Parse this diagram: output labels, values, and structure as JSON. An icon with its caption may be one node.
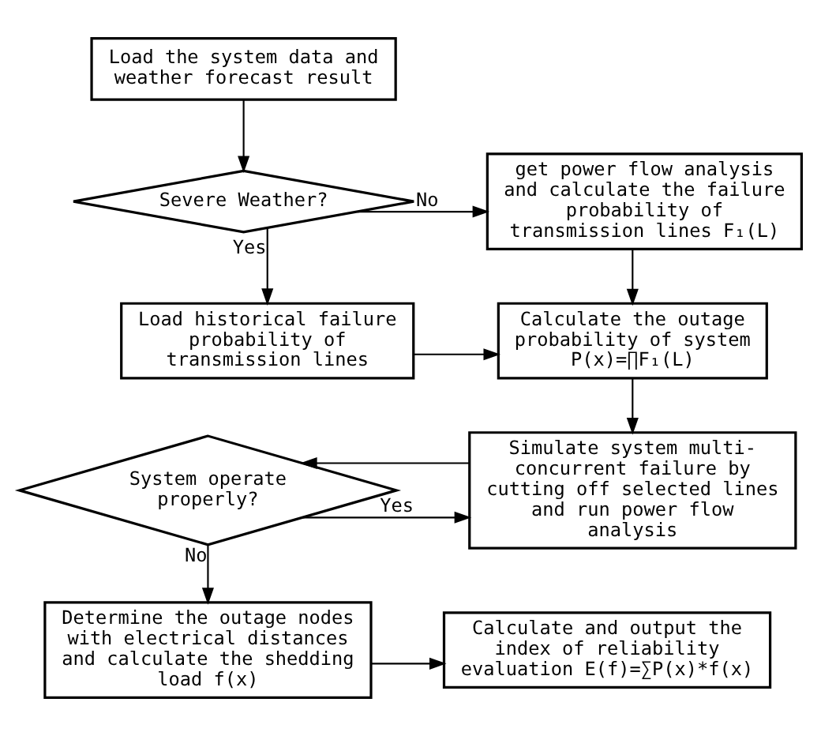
{
  "diagram": {
    "nodes": [
      {
        "text": [
          "Load the system data and weather forecast result"
        ]
      },
      {
        "text": [
          "Severe Weather?"
        ]
      },
      {
        "text": [
          "get power flow analysis and calculate the failure probability of transmission lines F₁(L)"
        ]
      },
      {
        "text": [
          "Load historical failure probability of transmission lines"
        ]
      },
      {
        "text": [
          "Calculate the outage probability of system P(x)=∏F₁(L)"
        ]
      },
      {
        "text": [
          "Simulate system multi-concurrent failure by cutting off selected lines and run power flow analysis"
        ]
      },
      {
        "text": [
          "System operate properly?"
        ]
      },
      {
        "text": [
          "Determine the outage nodes with electrical distances and calculate the shedding load f(x)"
        ]
      },
      {
        "text": [
          "Calculate and output the index of reliability evaluation E(f)=∑P(x)*f(x)"
        ]
      }
    ],
    "edges": [
      {
        "from": 0,
        "to": 1,
        "arrow": "to"
      },
      {
        "from": 1,
        "to": 2,
        "arrow": "to",
        "label": "No"
      },
      {
        "from": 1,
        "to": 3,
        "arrow": "to",
        "label": "Yes"
      },
      {
        "from": 2,
        "to": 4,
        "arrow": "to"
      },
      {
        "from": 3,
        "to": 4,
        "arrow": "to"
      },
      {
        "from": 4,
        "to": 5,
        "arrow": "to"
      },
      {
        "from": 5,
        "to": 6,
        "arrow": "to"
      },
      {
        "from": 6,
        "to": 5,
        "arrow": "to",
        "label": "Yes"
      },
      {
        "from": 6,
        "to": 7,
        "arrow": "to",
        "label": "No"
      },
      {
        "from": 7,
        "to": 8,
        "arrow": "to"
      }
    ]
  }
}
